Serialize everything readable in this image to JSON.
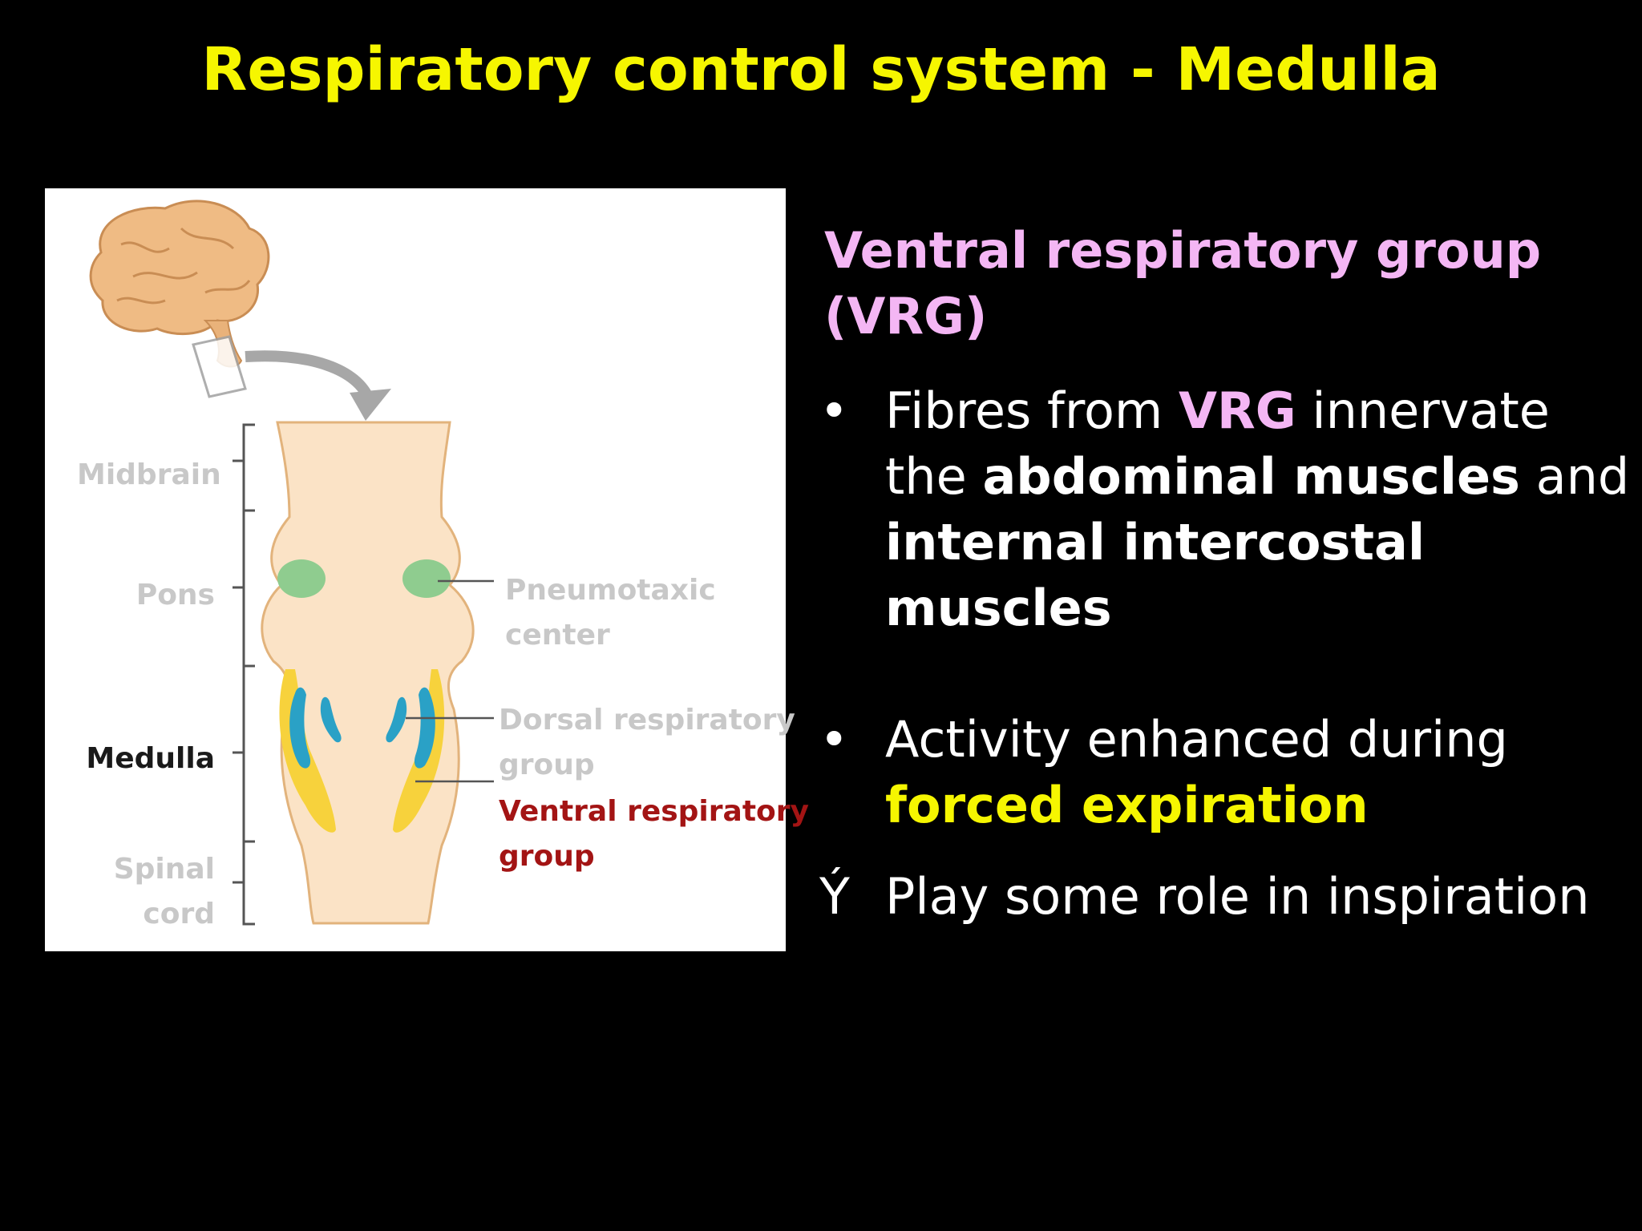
{
  "title": "Respiratory control system - Medulla",
  "diagram": {
    "labels": {
      "midbrain": "Midbrain",
      "pons": "Pons",
      "medulla": "Medulla",
      "spinal_line1": "Spinal",
      "spinal_line2": "cord",
      "pneumotaxic_line1": "Pneumotaxic",
      "pneumotaxic_line2": "center",
      "dorsal_line1": "Dorsal respiratory",
      "dorsal_line2": "group",
      "ventral_line1": "Ventral respiratory",
      "ventral_line2": "group"
    },
    "colors": {
      "brainstem": "#fbe3c6",
      "pneumotaxic": "#8fcc8f",
      "dorsal": "#2aa1c6",
      "ventral": "#f7d23c",
      "highlight_label": "#a31414"
    }
  },
  "heading": {
    "line1": "Ventral respiratory group",
    "line2": "(VRG)"
  },
  "bullets": [
    {
      "marker": "•",
      "parts": [
        "Fibres from ",
        "VRG",
        " innervate the ",
        "abdominal muscles",
        " and ",
        "internal intercostal muscles"
      ]
    },
    {
      "marker": "•",
      "parts": [
        "Activity enhanced during ",
        "forced expiration"
      ]
    },
    {
      "marker": "Ý",
      "parts": [
        "Play some role in inspiration"
      ]
    }
  ],
  "colors": {
    "background": "#000000",
    "title": "#f6f600",
    "heading": "#f4b6f4",
    "body_text": "#ffffff",
    "emphasis_yellow": "#f6f600"
  }
}
